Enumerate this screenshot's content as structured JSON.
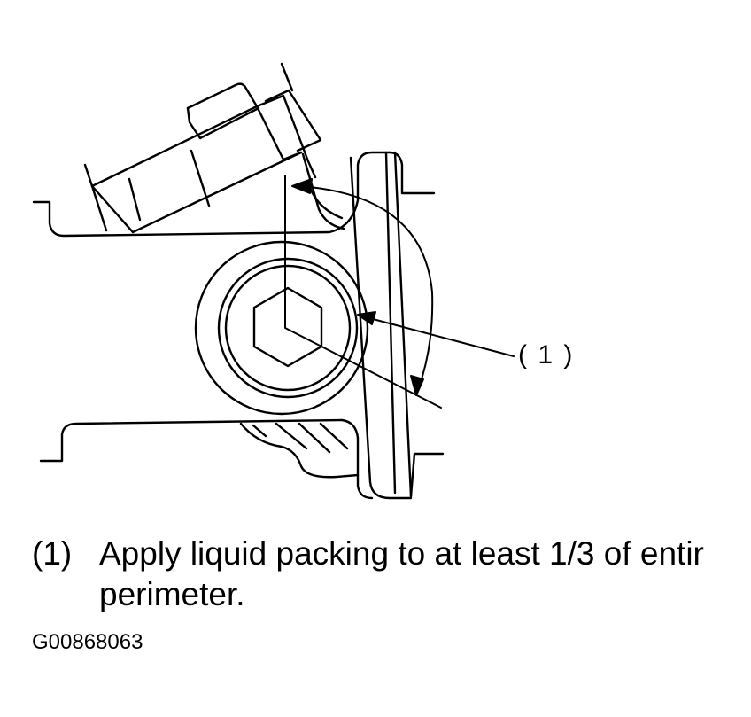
{
  "callout": {
    "label": "( 1 )"
  },
  "note": {
    "number": "(1)",
    "line1": "Apply liquid packing to at least 1/3 of entir",
    "line2": "perimeter."
  },
  "figure_id": "G00868063",
  "colors": {
    "ink": "#000000",
    "paper": "#ffffff"
  }
}
